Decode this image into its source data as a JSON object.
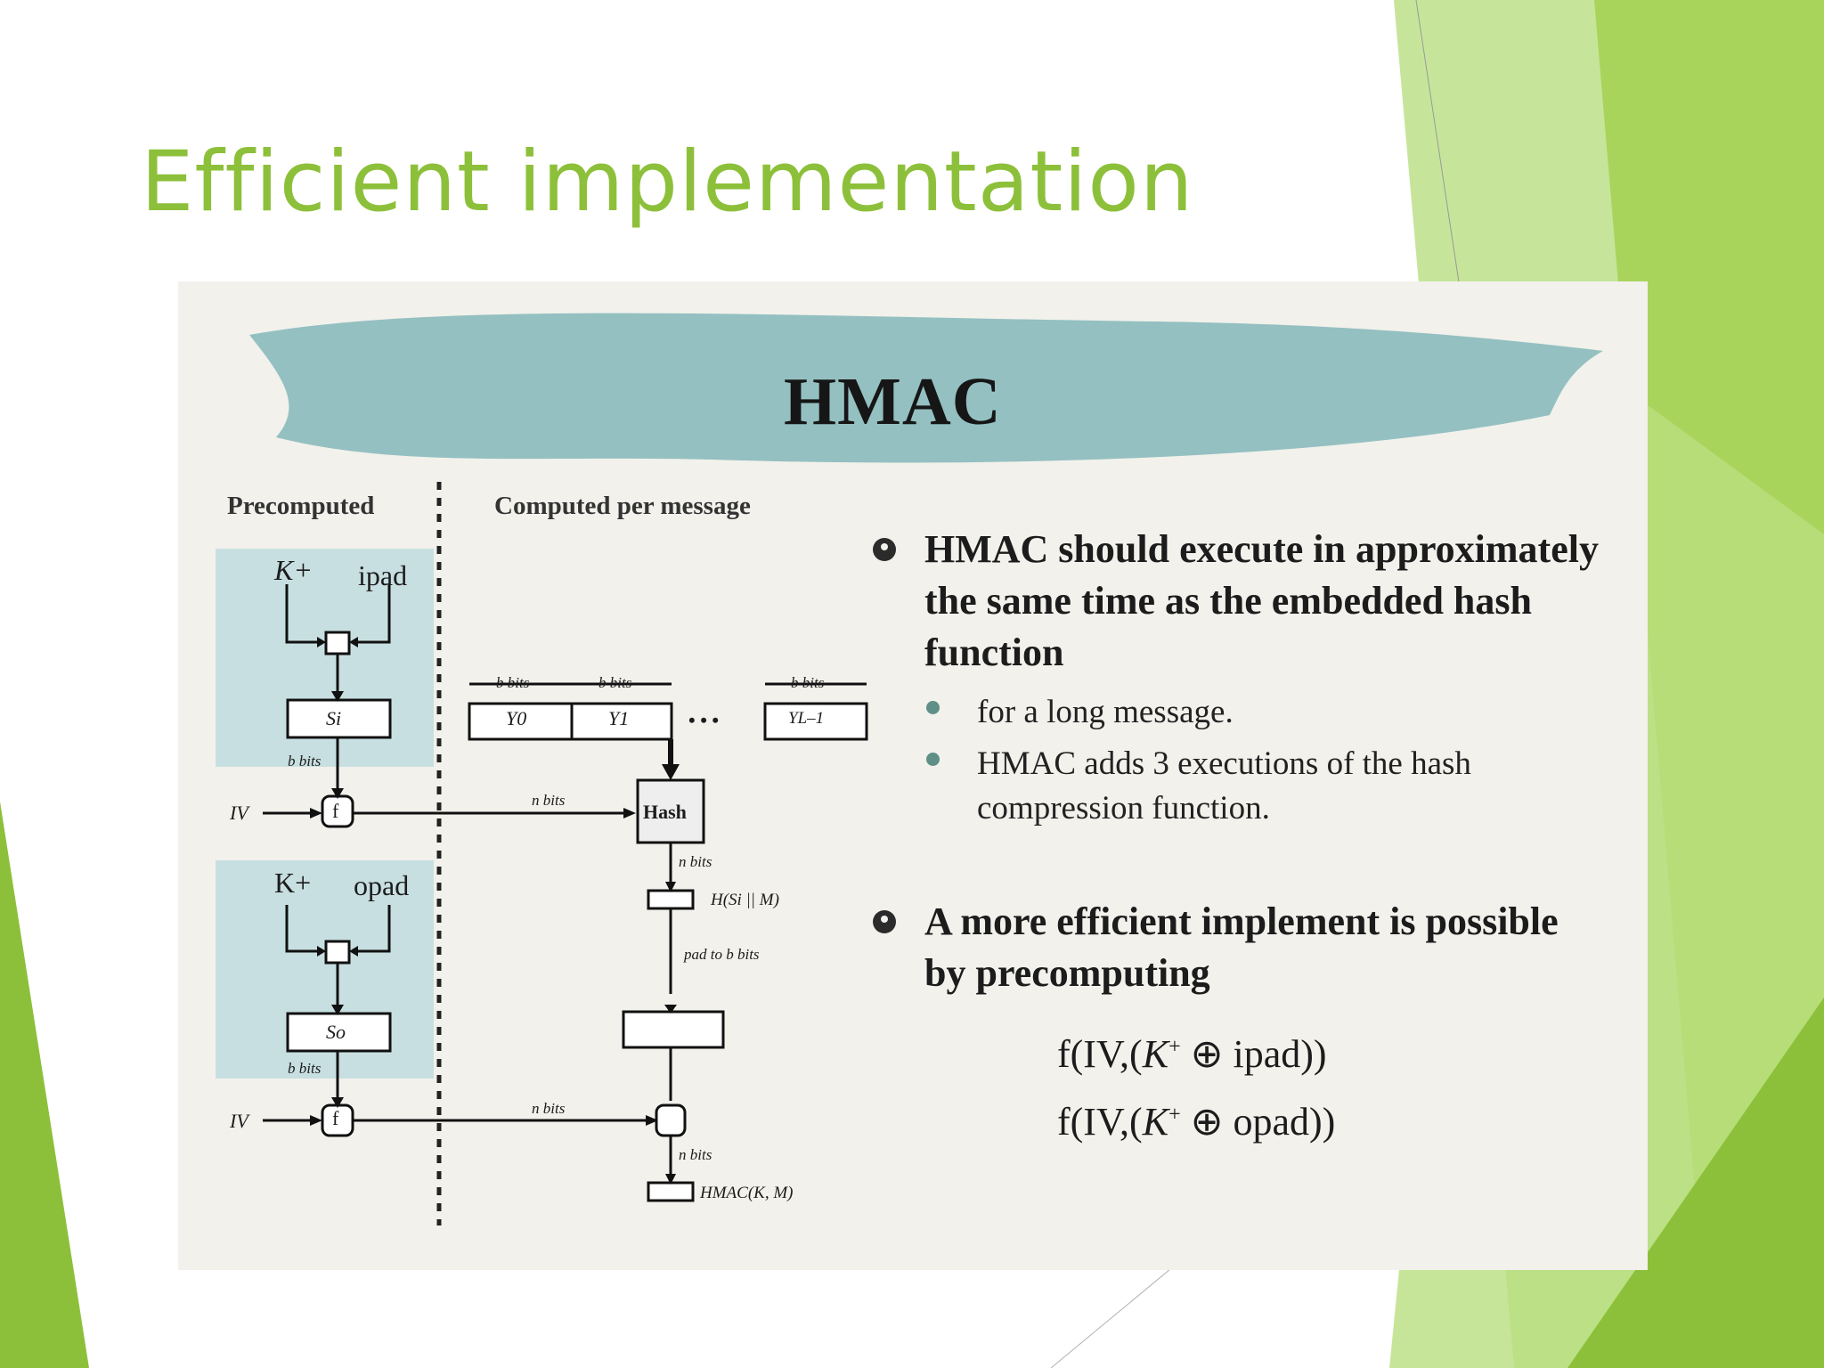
{
  "slide": {
    "title": "Efficient implementation",
    "accent_color": "#8dc03a"
  },
  "figure": {
    "title": "HMAC",
    "precomputed_label": "Precomputed",
    "computed_label": "Computed per message",
    "diagram": {
      "k_plus_top": "K+",
      "ipad": "ipad",
      "k_plus_bottom": "K+",
      "opad": "opad",
      "si": "Si",
      "so": "So",
      "b_bits": "b bits",
      "n_bits": "n bits",
      "iv": "IV",
      "f": "f",
      "y0": "Y0",
      "y1": "Y1",
      "ydots": "• • •",
      "yl": "YL–1",
      "hash": "Hash",
      "h_si_m": "H(Si || M)",
      "pad_to_b": "pad to b bits",
      "hmac_out": "HMAC(K, M)"
    },
    "bullets": [
      {
        "text": "HMAC should execute in approximately the same time as the embedded hash function"
      },
      {
        "text": "A more efficient implement is possible by precomputing"
      }
    ],
    "sub_bullets": [
      "for a long message.",
      "HMAC adds 3 executions of the hash compression function."
    ],
    "formulas": [
      {
        "prefix": "f(IV,(",
        "k": "K",
        "sup": "+",
        "rest": " ⊕ ipad))"
      },
      {
        "prefix": "f(IV,(",
        "k": "K",
        "sup": "+",
        "rest": " ⊕ opad))"
      }
    ]
  }
}
